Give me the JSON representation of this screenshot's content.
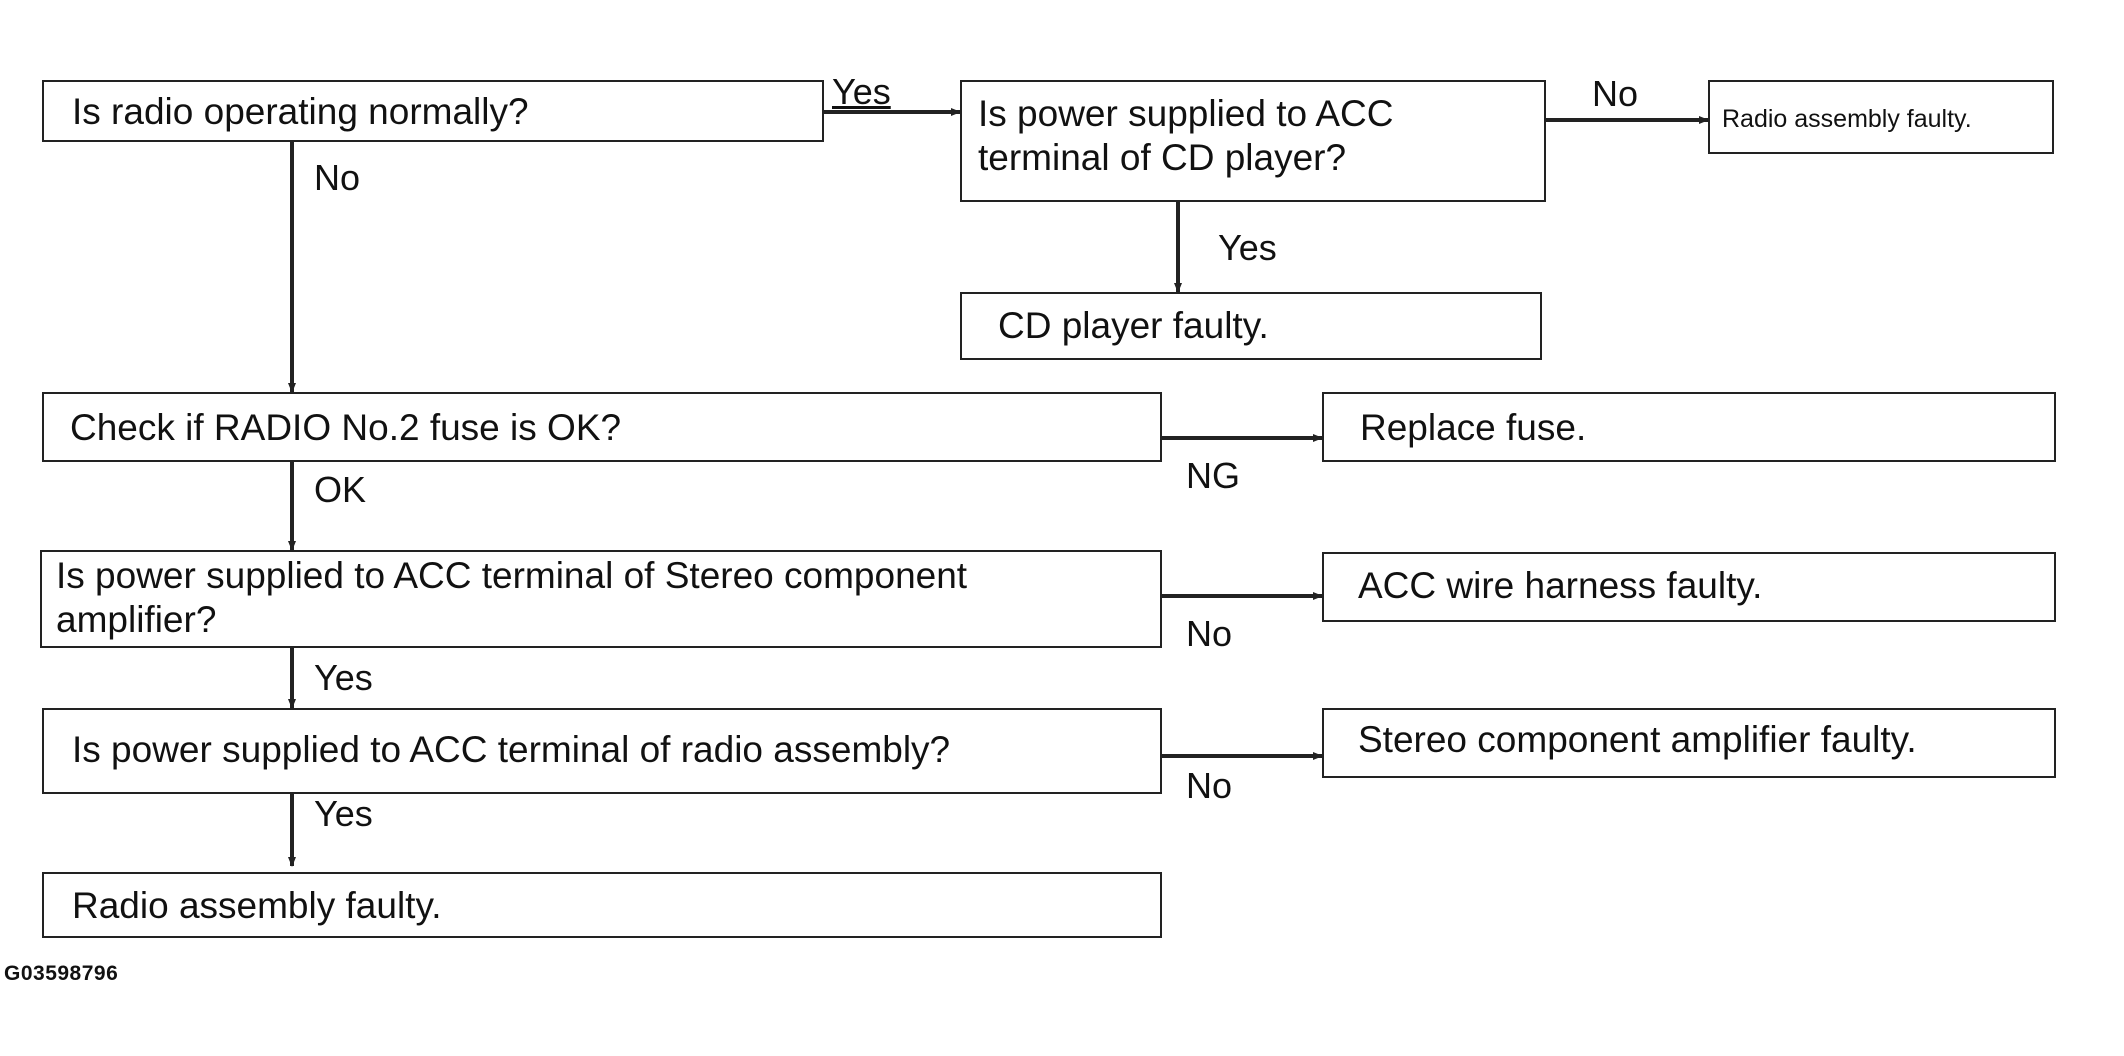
{
  "figure_id": "G03598796",
  "nodes": {
    "q_radio_normal": "Is radio operating normally?",
    "q_power_cd": "Is power supplied to ACC\nterminal of CD player?",
    "r_radio_faulty_top": "Radio assembly faulty.",
    "r_cd_faulty": "CD player faulty.",
    "q_fuse": "Check if RADIO No.2 fuse is OK?",
    "r_replace_fuse": "Replace fuse.",
    "q_power_amp": "Is power supplied to ACC terminal of Stereo component\n amplifier?",
    "r_acc_harness": "ACC wire harness faulty.",
    "q_power_radio": "Is power supplied to ACC terminal of radio assembly?",
    "r_amp_faulty": "Stereo component amplifier faulty.",
    "r_radio_faulty_bottom": "Radio assembly faulty."
  },
  "edge_labels": {
    "radio_yes": "Yes",
    "radio_no": "No",
    "cd_no": "No",
    "cd_yes": "Yes",
    "fuse_ng": "NG",
    "fuse_ok": "OK",
    "amp_no": "No",
    "amp_yes": "Yes",
    "radio_power_no": "No",
    "radio_power_yes": "Yes"
  }
}
